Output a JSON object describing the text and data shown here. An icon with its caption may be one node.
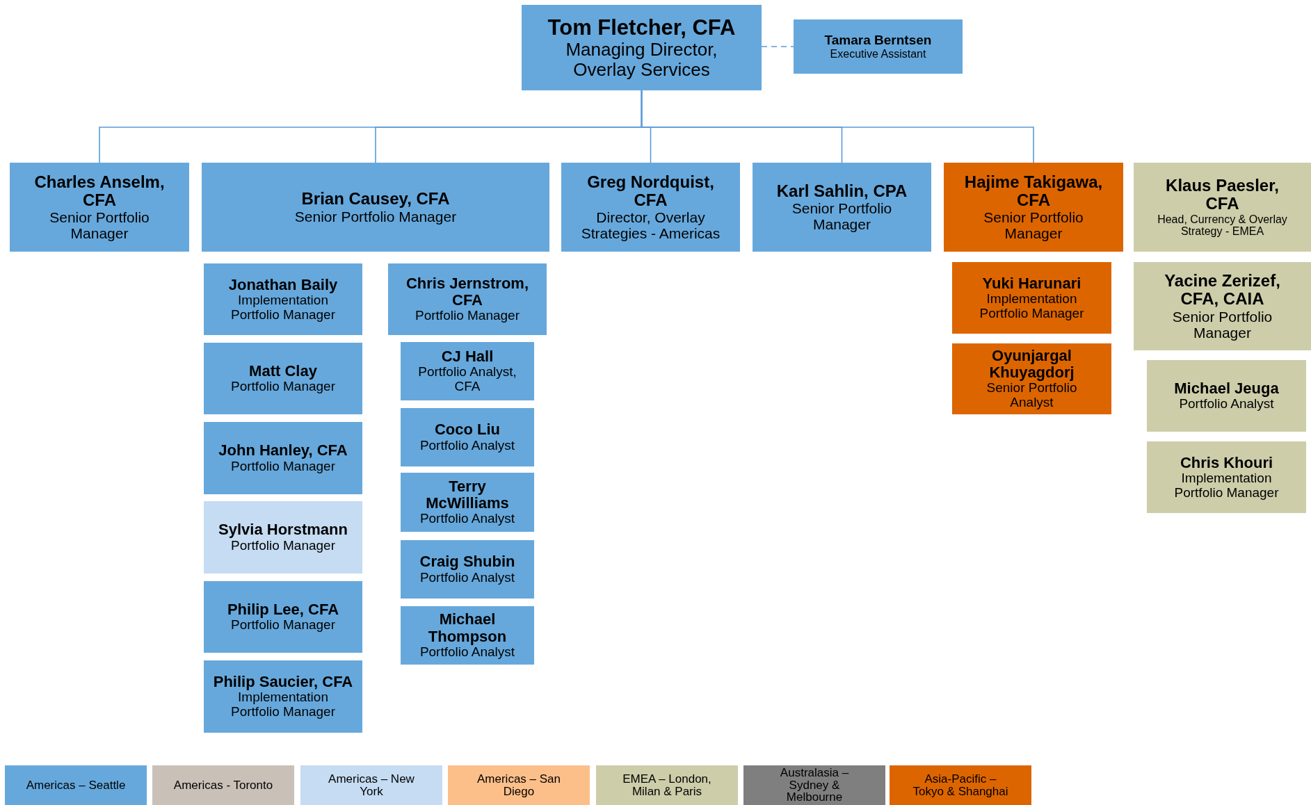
{
  "diagram": {
    "nodes": [
      {
        "text": [
          "Tom Fletcher, CFA",
          "Managing Director, Overlay Services"
        ]
      },
      {
        "text": [
          "Tamara Berntsen",
          "Executive Assistant"
        ]
      },
      {
        "text": [
          "Charles Anselm, CFA",
          "Senior Portfolio Manager"
        ]
      },
      {
        "text": [
          "Brian Causey, CFA",
          "Senior Portfolio Manager"
        ]
      },
      {
        "text": [
          "Greg Nordquist, CFA",
          "Director, Overlay Strategies - Americas"
        ]
      },
      {
        "text": [
          "Karl Sahlin, CPA",
          "Senior Portfolio Manager"
        ]
      },
      {
        "text": [
          "Hajime Takigawa, CFA",
          "Senior Portfolio Manager"
        ]
      },
      {
        "text": [
          "Klaus Paesler, CFA",
          "Head, Currency & Overlay Strategy - EMEA"
        ]
      },
      {
        "text": [
          "Jonathan Baily",
          "Implementation Portfolio Manager"
        ]
      },
      {
        "text": [
          "Matt Clay",
          "Portfolio Manager"
        ]
      },
      {
        "text": [
          "John Hanley, CFA",
          "Portfolio Manager"
        ]
      },
      {
        "text": [
          "Sylvia Horstmann",
          "Portfolio Manager"
        ]
      },
      {
        "text": [
          "Philip Lee, CFA",
          "Portfolio Manager"
        ]
      },
      {
        "text": [
          "Philip Saucier, CFA",
          "Implementation Portfolio Manager"
        ]
      },
      {
        "text": [
          "Chris Jernstrom, CFA",
          "Portfolio Manager"
        ]
      },
      {
        "text": [
          "CJ Hall",
          "Portfolio Analyst, CFA"
        ]
      },
      {
        "text": [
          "Coco Liu",
          "Portfolio Analyst"
        ]
      },
      {
        "text": [
          "Terry McWilliams",
          "Portfolio Analyst"
        ]
      },
      {
        "text": [
          "Craig Shubin",
          "Portfolio Analyst"
        ]
      },
      {
        "text": [
          "Michael Thompson",
          "Portfolio Analyst"
        ]
      },
      {
        "text": [
          "Yuki Harunari",
          "Implementation Portfolio Manager"
        ]
      },
      {
        "text": [
          "Oyunjargal Khuyagdorj",
          "Senior Portfolio Analyst"
        ]
      },
      {
        "text": [
          "Yacine Zerizef, CFA, CAIA",
          "Senior Portfolio Manager"
        ]
      },
      {
        "text": [
          "Michael Jeuga",
          "Portfolio Analyst"
        ]
      },
      {
        "text": [
          "Chris Khouri",
          "Implementation Portfolio Manager"
        ]
      }
    ],
    "edges": [
      {
        "from": 0,
        "to": 1,
        "arrow": "none",
        "style": "dashed"
      },
      {
        "from": 0,
        "to": 2,
        "arrow": "none"
      },
      {
        "from": 0,
        "to": 3,
        "arrow": "none"
      },
      {
        "from": 0,
        "to": 4,
        "arrow": "none"
      },
      {
        "from": 0,
        "to": 5,
        "arrow": "none"
      },
      {
        "from": 0,
        "to": 6,
        "arrow": "none"
      }
    ],
    "legend": [
      {
        "text": "Americas – Seattle",
        "color": "#66a8dc"
      },
      {
        "text": "Americas -  Toronto",
        "color": "#c9c0b8"
      },
      {
        "text": "Americas – New York",
        "color": "#c5dcf2"
      },
      {
        "text": "Americas – San Diego",
        "color": "#fdbf8a"
      },
      {
        "text": "EMEA – London, Milan & Paris",
        "color": "#cdcdaa"
      },
      {
        "text": "Australasia – Sydney & Melbourne",
        "color": "#7f7f7f"
      },
      {
        "text": "Asia-Pacific – Tokyo & Shanghai",
        "color": "#dd6500"
      }
    ]
  }
}
